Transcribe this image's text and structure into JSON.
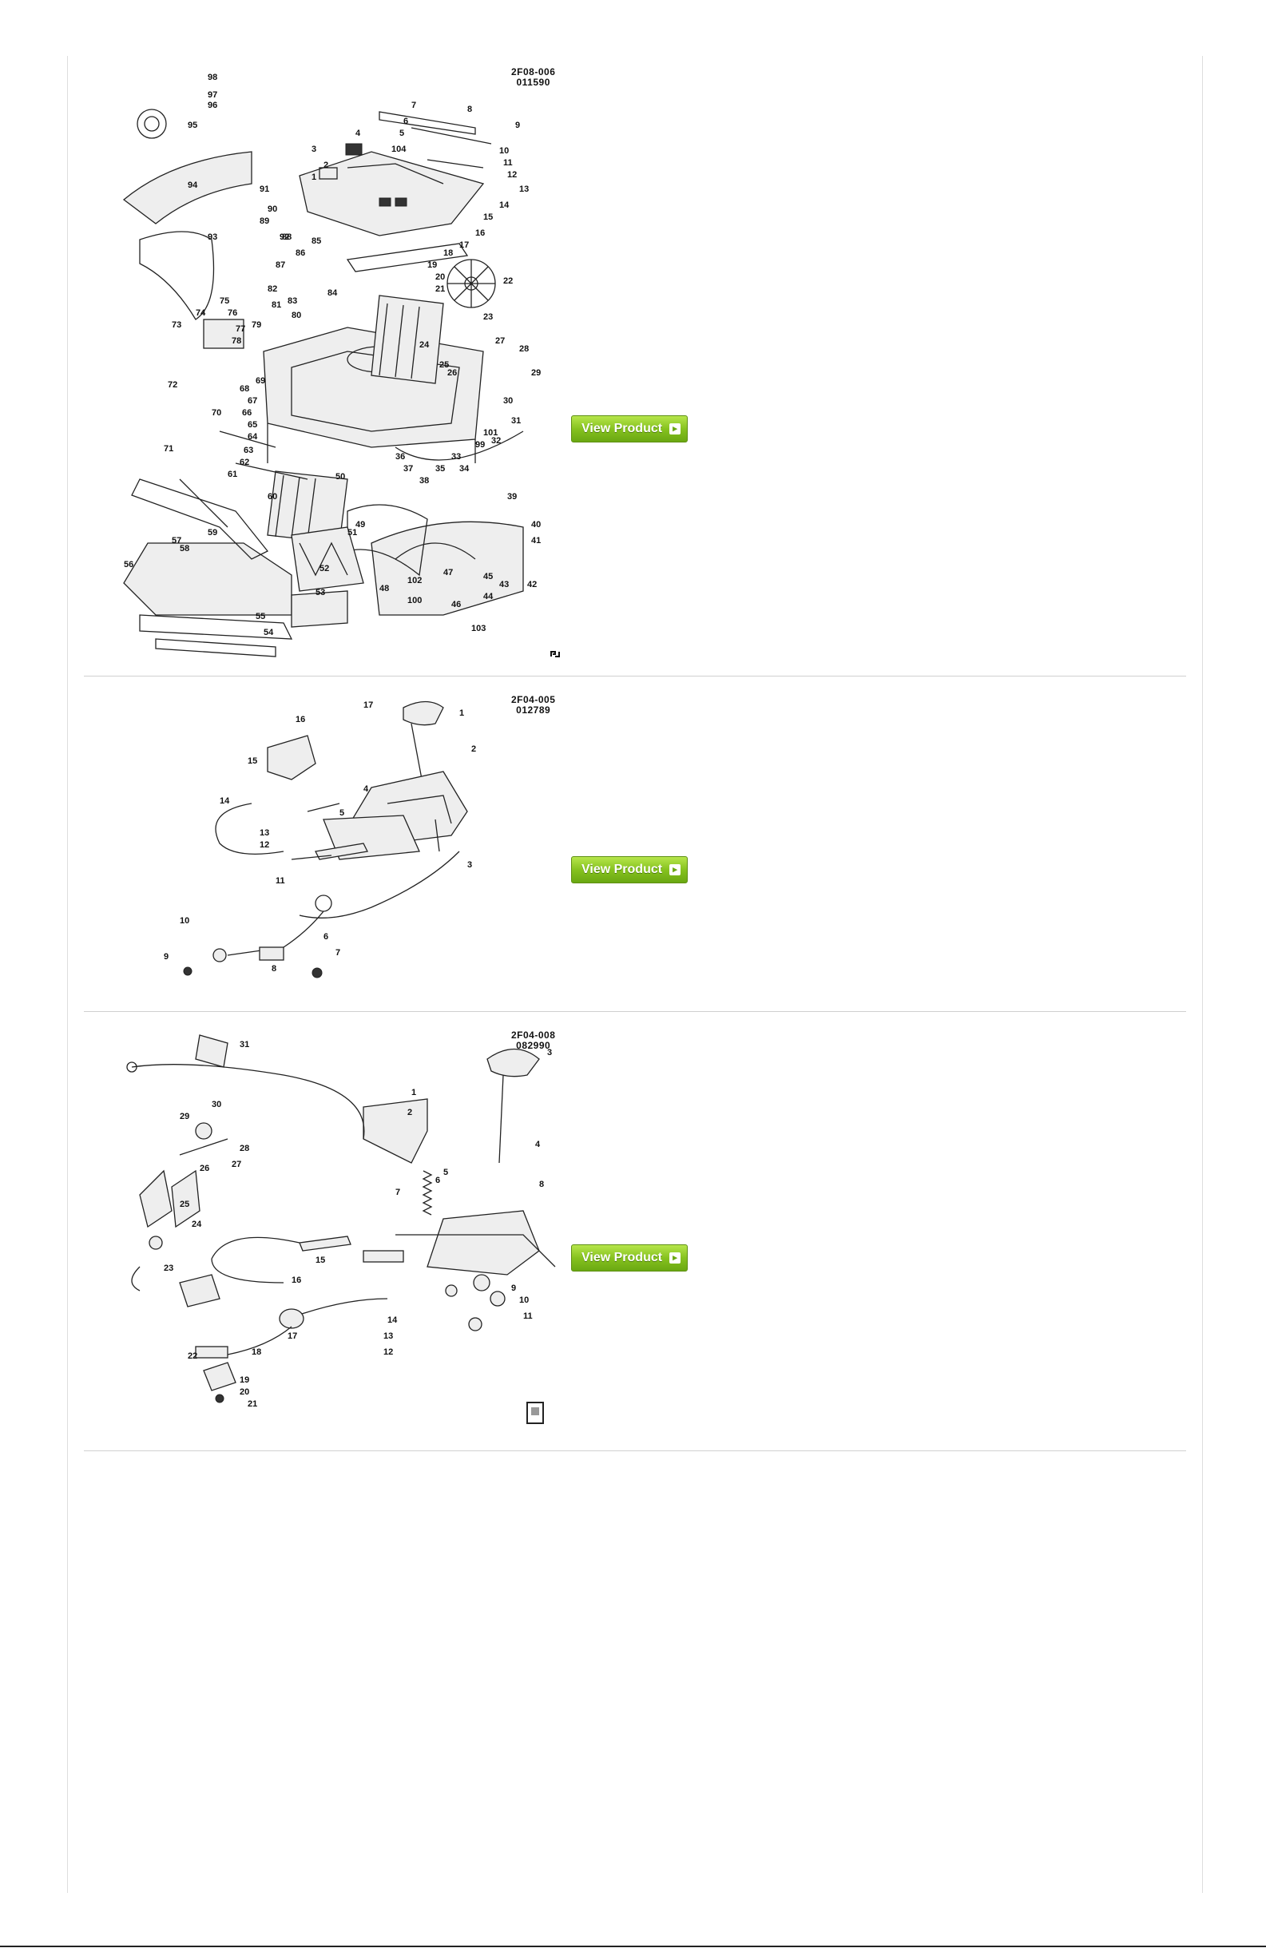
{
  "rows": [
    {
      "diagram_code_line1": "2F08-006",
      "diagram_code_line2": "011590",
      "button_label": "View Product",
      "callouts": [
        "98",
        "97",
        "96",
        "95",
        "94",
        "93",
        "92",
        "91",
        "90",
        "89",
        "88",
        "87",
        "86",
        "85",
        "84",
        "83",
        "82",
        "81",
        "80",
        "79",
        "78",
        "77",
        "76",
        "75",
        "74",
        "73",
        "72",
        "71",
        "70",
        "69",
        "68",
        "67",
        "66",
        "65",
        "64",
        "63",
        "62",
        "61",
        "60",
        "59",
        "58",
        "57",
        "56",
        "55",
        "54",
        "53",
        "52",
        "51",
        "50",
        "49",
        "48",
        "47",
        "46",
        "45",
        "44",
        "43",
        "42",
        "41",
        "40",
        "39",
        "38",
        "37",
        "36",
        "35",
        "34",
        "33",
        "32",
        "31",
        "30",
        "29",
        "28",
        "27",
        "26",
        "25",
        "24",
        "23",
        "22",
        "21",
        "20",
        "19",
        "18",
        "17",
        "16",
        "15",
        "14",
        "13",
        "12",
        "11",
        "10",
        "9",
        "8",
        "7",
        "6",
        "5",
        "4",
        "3",
        "2",
        "1",
        "104",
        "103",
        "102",
        "101",
        "100",
        "99"
      ],
      "corner_icon": "gm-logo-icon"
    },
    {
      "diagram_code_line1": "2F04-005",
      "diagram_code_line2": "012789",
      "button_label": "View Product",
      "callouts": [
        "17",
        "16",
        "15",
        "14",
        "13",
        "12",
        "11",
        "10",
        "9",
        "8",
        "7",
        "6",
        "5",
        "4",
        "3",
        "2",
        "1"
      ]
    },
    {
      "diagram_code_line1": "2F04-008",
      "diagram_code_line2": "082990",
      "button_label": "View Product",
      "callouts": [
        "31",
        "30",
        "29",
        "28",
        "27",
        "26",
        "25",
        "24",
        "23",
        "22",
        "21",
        "20",
        "19",
        "18",
        "17",
        "16",
        "15",
        "14",
        "13",
        "12",
        "11",
        "10",
        "9",
        "8",
        "7",
        "6",
        "5",
        "4",
        "3",
        "2",
        "1"
      ],
      "corner_icon": "document-icon"
    }
  ],
  "colors": {
    "button_green": "#86c21f",
    "button_border": "#5e8f12",
    "divider": "#d0d0d0"
  }
}
